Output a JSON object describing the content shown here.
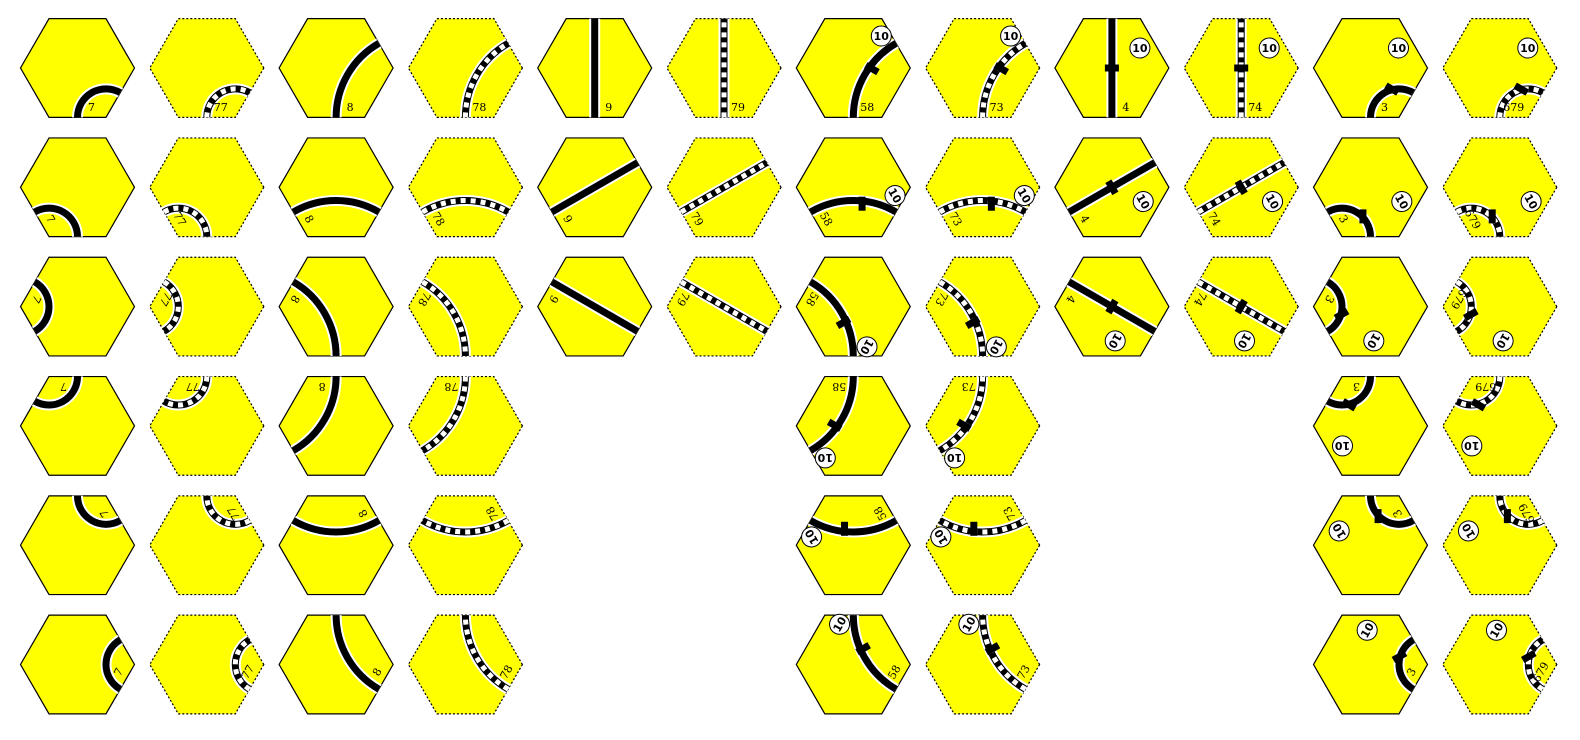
{
  "tile_color": "#ffff00",
  "track_color": "#000000",
  "columns": [
    {
      "id": "c7",
      "label": "7",
      "track": "solid",
      "kind": "sharp",
      "rotations": 6
    },
    {
      "id": "c77",
      "label": "77",
      "track": "dashed",
      "kind": "sharp",
      "rotations": 6
    },
    {
      "id": "c8",
      "label": "8",
      "track": "solid",
      "kind": "gentle",
      "rotations": 6
    },
    {
      "id": "c78",
      "label": "78",
      "track": "dashed",
      "kind": "gentle",
      "rotations": 6
    },
    {
      "id": "c9",
      "label": "9",
      "track": "solid",
      "kind": "straight",
      "rotations": 3
    },
    {
      "id": "c79",
      "label": "79",
      "track": "dashed",
      "kind": "straight",
      "rotations": 3
    },
    {
      "id": "c58",
      "label": "58",
      "track": "solid",
      "kind": "gentle-town",
      "town": "10",
      "rotations": 6
    },
    {
      "id": "c73",
      "label": "73",
      "track": "dashed",
      "kind": "gentle-town",
      "town": "10",
      "rotations": 6
    },
    {
      "id": "c4",
      "label": "4",
      "track": "solid",
      "kind": "straight-town",
      "town": "10",
      "rotations": 3
    },
    {
      "id": "c74",
      "label": "74",
      "track": "dashed",
      "kind": "straight-town",
      "town": "10",
      "rotations": 3
    },
    {
      "id": "c3",
      "label": "3",
      "track": "solid",
      "kind": "sharp-town",
      "town": "10",
      "rotations": 6
    },
    {
      "id": "c679",
      "label": "679",
      "track": "dashed",
      "kind": "sharp-town",
      "town": "10",
      "rotations": 6
    }
  ]
}
